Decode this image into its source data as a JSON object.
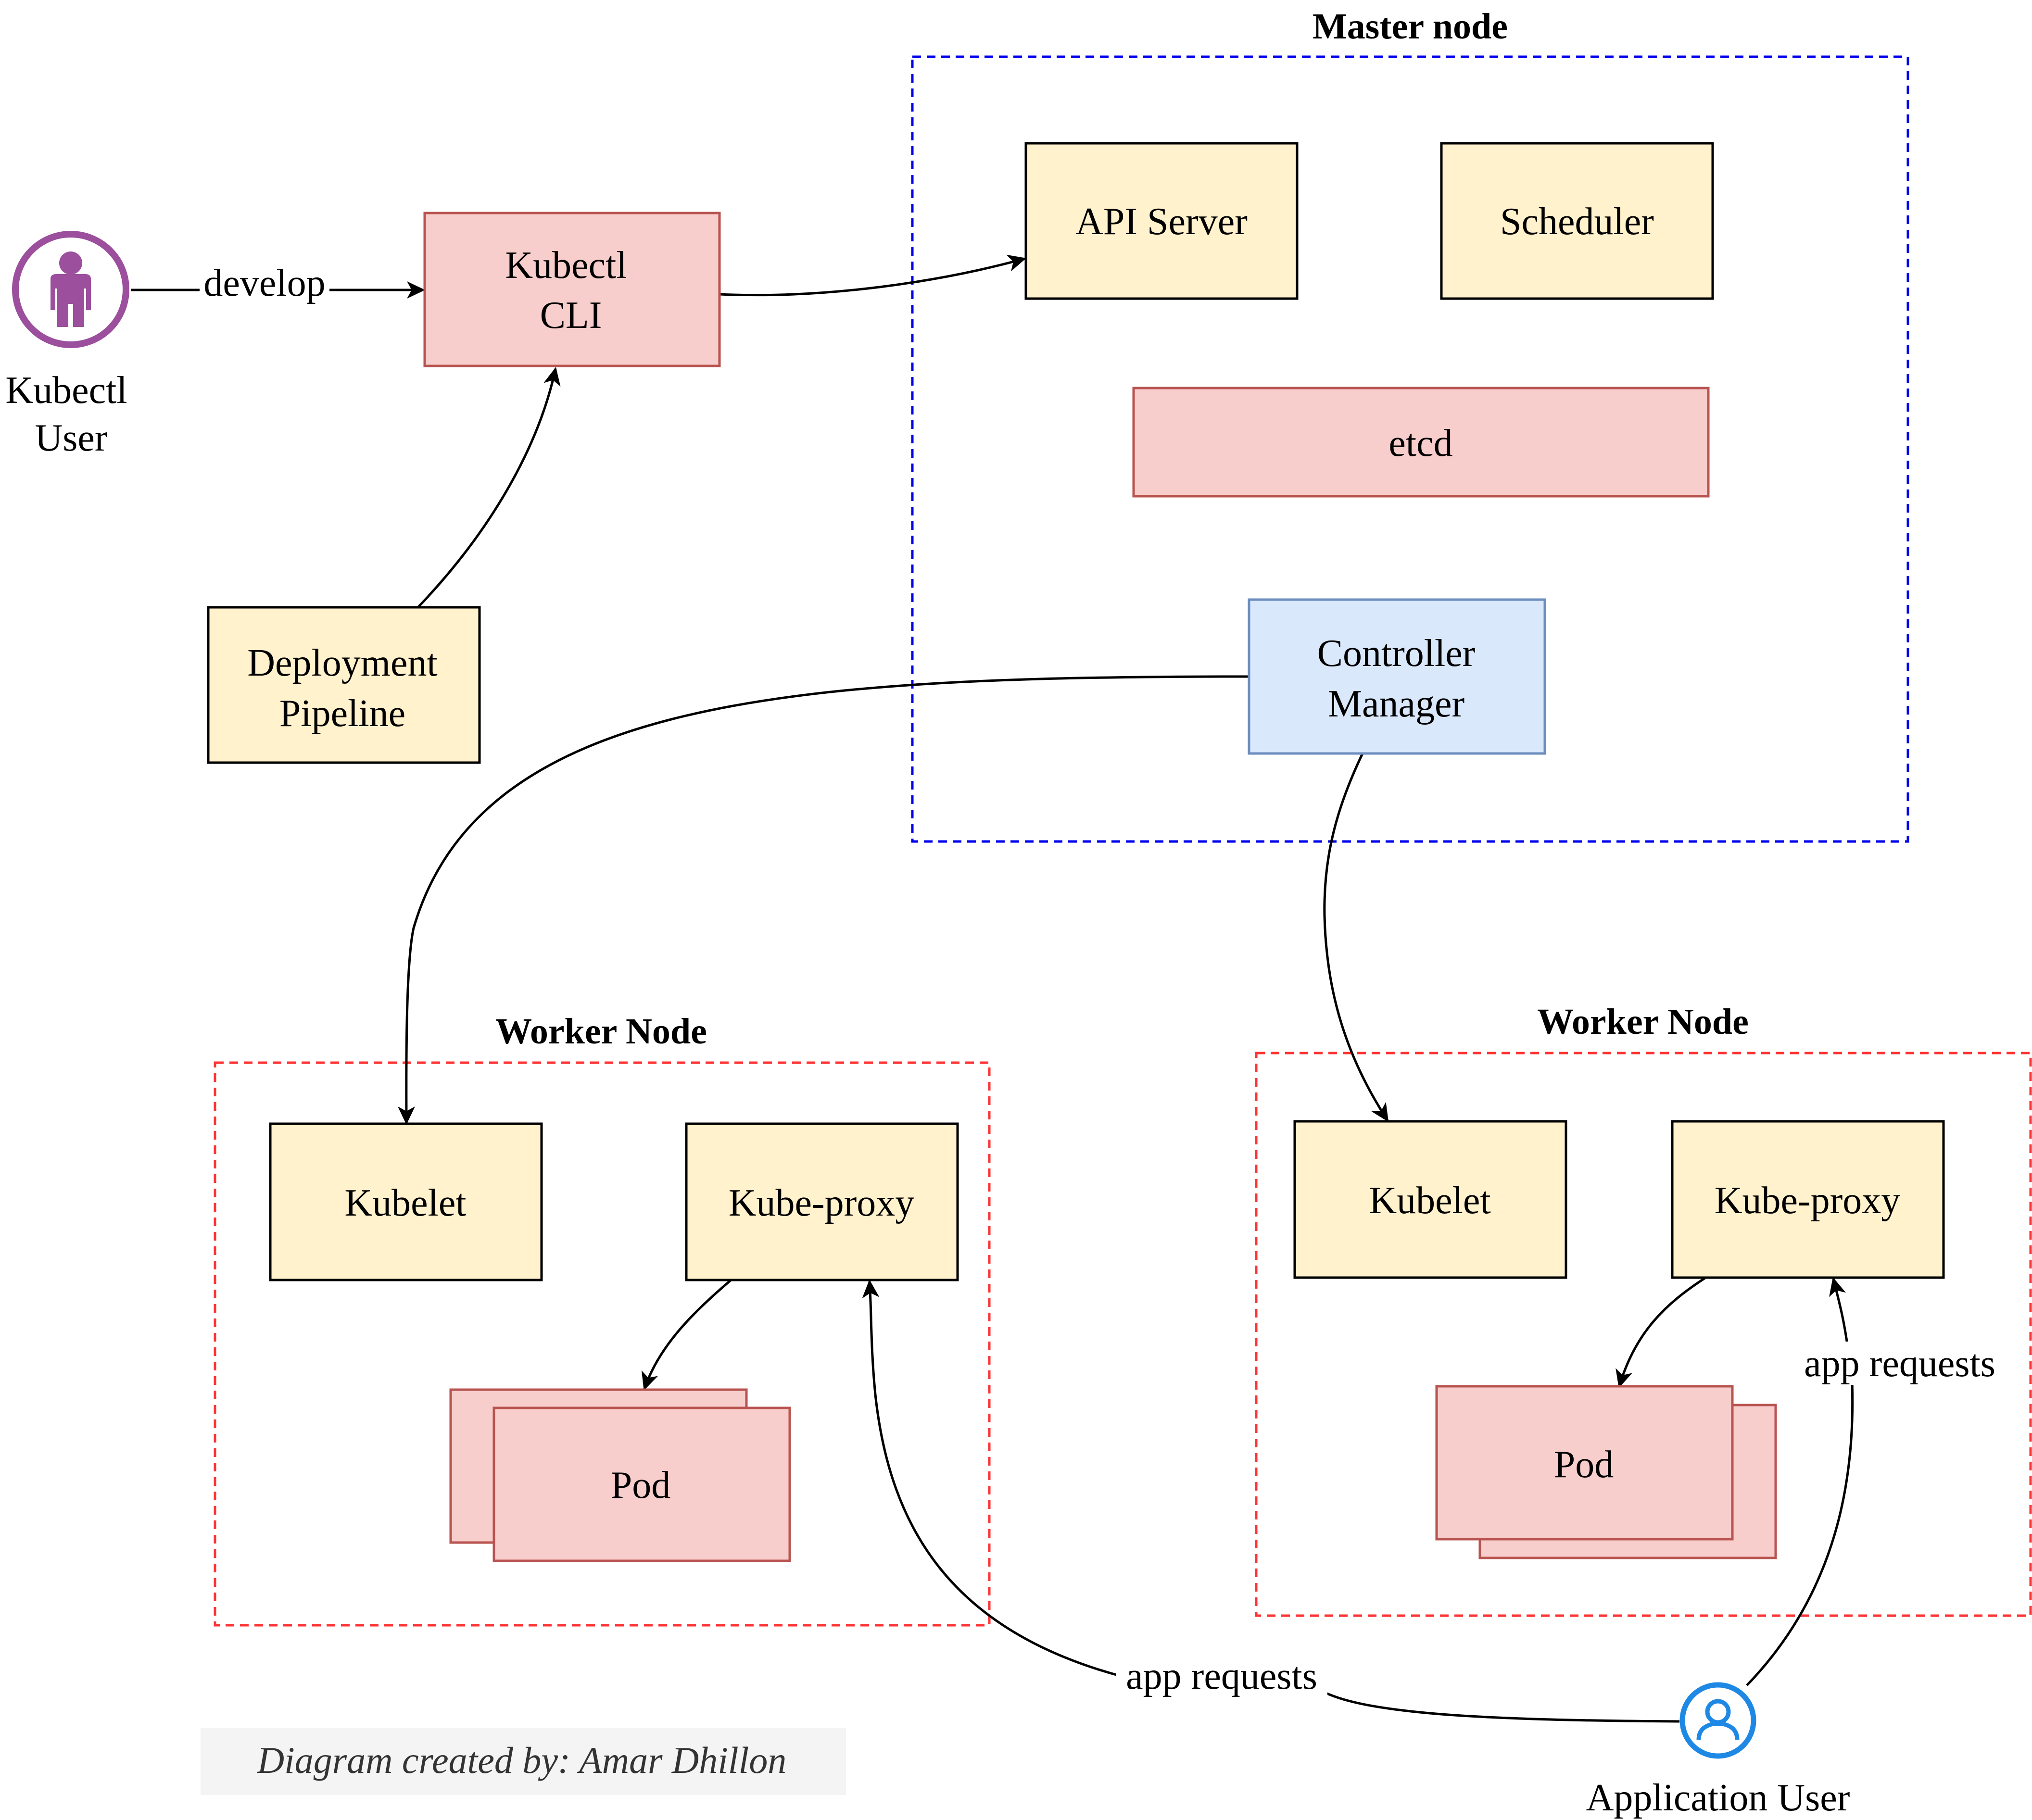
{
  "colors": {
    "yellow_fill": "#fff2cc",
    "yellow_stroke": "#000000",
    "red_fill": "#f8cecc",
    "red_stroke": "#b85450",
    "blue_fill": "#dae8fc",
    "blue_stroke": "#6c8ebf",
    "master_border": "#0000ee",
    "worker_border": "#ff3333",
    "kubectl_user_icon": "#9b4f9c",
    "app_user_icon": "#1e88e5",
    "credit_bg": "#f4f4f4"
  },
  "groups": {
    "master": {
      "title": "Master node"
    },
    "worker_left": {
      "title": "Worker Node"
    },
    "worker_right": {
      "title": "Worker Node"
    }
  },
  "nodes": {
    "kubectl_user": {
      "label_line1": "Kubectl",
      "label_line2": "User",
      "icon": "person-icon"
    },
    "kubectl_cli": {
      "line1": "Kubectl",
      "line2": "CLI"
    },
    "deployment_pipeline": {
      "line1": "Deployment",
      "line2": "Pipeline"
    },
    "api_server": {
      "label": "API Server"
    },
    "scheduler": {
      "label": "Scheduler"
    },
    "etcd": {
      "label": "etcd"
    },
    "controller_manager": {
      "line1": "Controller",
      "line2": "Manager"
    },
    "left_kubelet": {
      "label": "Kubelet"
    },
    "left_kube_proxy": {
      "label": "Kube-proxy"
    },
    "left_pod": {
      "label": "Pod"
    },
    "right_kubelet": {
      "label": "Kubelet"
    },
    "right_kube_proxy": {
      "label": "Kube-proxy"
    },
    "right_pod": {
      "label": "Pod"
    },
    "application_user": {
      "label": "Application User",
      "icon": "user-circle-icon"
    }
  },
  "edges": {
    "develop": {
      "label": "develop"
    },
    "app_requests_left": {
      "label": "app requests"
    },
    "app_requests_right": {
      "label": "app requests"
    }
  },
  "credit": {
    "text": "Diagram created by: Amar Dhillon"
  }
}
